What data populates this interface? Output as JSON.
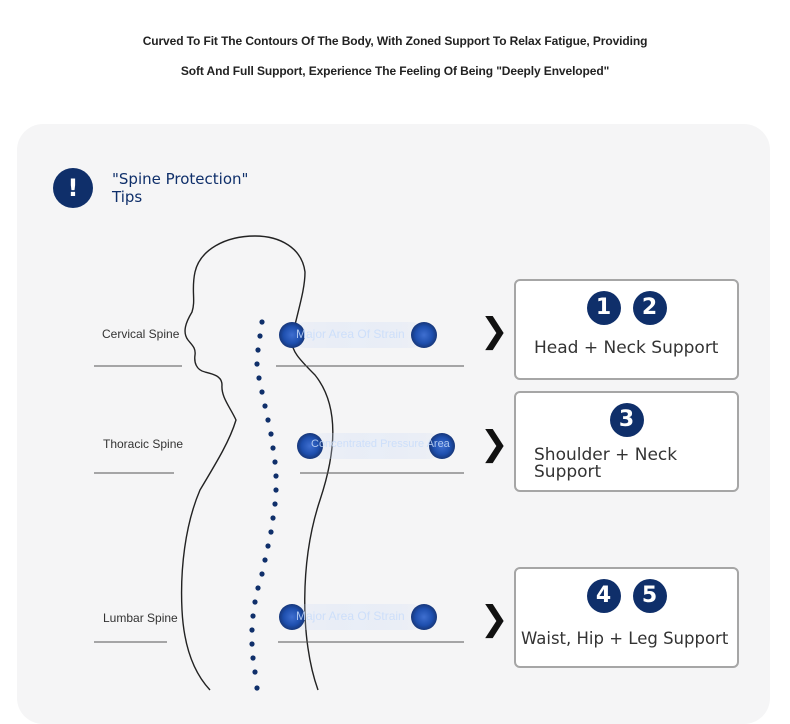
{
  "headline": {
    "line1": "Curved To Fit The Contours Of The Body, With Zoned Support To Relax Fatigue, Providing",
    "line2": "Soft And Full Support, Experience The Feeling Of Being \"Deeply Enveloped\""
  },
  "tips": {
    "icon": "exclamation-icon",
    "icon_glyph": "!",
    "title_line1": "\"Spine Protection\"",
    "title_line2": "Tips"
  },
  "spine_regions": [
    {
      "label": "Cervical Spine",
      "strain_text": "Major Area Of Strain"
    },
    {
      "label": "Thoracic Spine",
      "strain_text": "Concentrated Pressure Area"
    },
    {
      "label": "Lumbar Spine",
      "strain_text": "Major Area Of Strain"
    }
  ],
  "support_boxes": [
    {
      "badges": [
        "1",
        "2"
      ],
      "label_lines": [
        "Head + Neck Support"
      ]
    },
    {
      "badges": [
        "3"
      ],
      "label_lines": [
        "Shoulder + Neck",
        "Support"
      ]
    },
    {
      "badges": [
        "4",
        "5"
      ],
      "label_lines": [
        "Waist, Hip + Leg Support"
      ]
    }
  ],
  "chevron_glyph": "❯",
  "colors": {
    "navy": "#0f2f6a",
    "panel": "#f5f5f6",
    "strain_blue": "#1e4fae",
    "box_border": "#a6a6a6"
  }
}
